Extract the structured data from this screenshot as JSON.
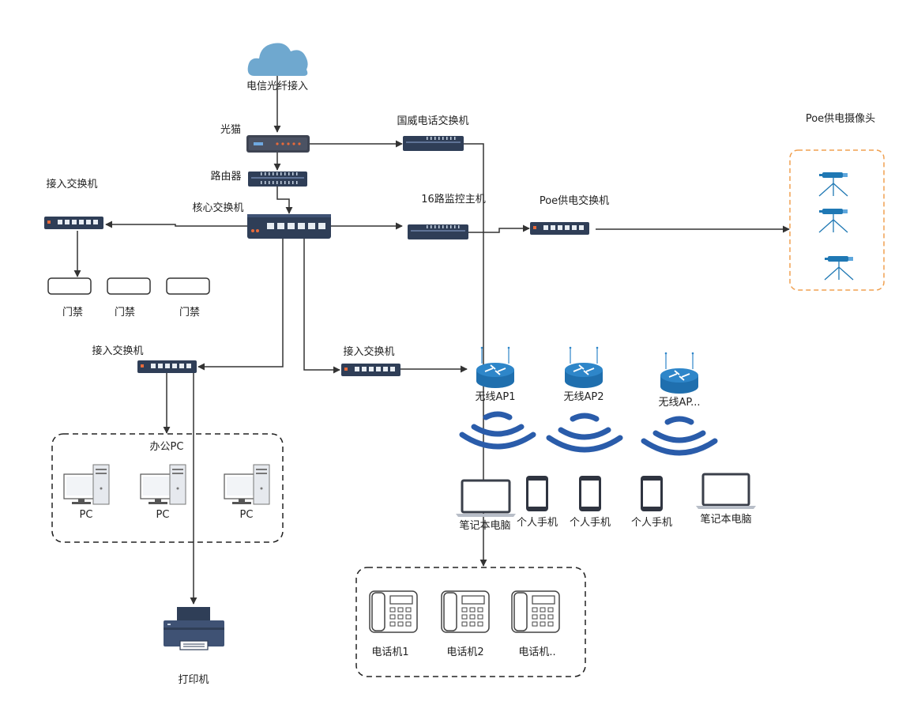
{
  "labels": {
    "cloud": "电信光纤接入",
    "modem": "光猫",
    "router": "路由器",
    "core_switch": "核心交换机",
    "phone_switch": "国威电话交换机",
    "nvr": "16路监控主机",
    "poe_switch": "Poe供电交换机",
    "poe_cameras": "Poe供电摄像头",
    "access_switch_left": "接入交换机",
    "door1": "门禁",
    "door2": "门禁",
    "door3": "门禁",
    "access_switch_office": "接入交换机",
    "office_group": "办公PC",
    "pc1": "PC",
    "pc2": "PC",
    "pc3": "PC",
    "printer": "打印机",
    "access_switch_wifi": "接入交换机",
    "ap1": "无线AP1",
    "ap2": "无线AP2",
    "ap3": "无线AP...",
    "laptop1": "笔记本电脑",
    "phone_mobile1": "个人手机",
    "phone_mobile2": "个人手机",
    "phone_mobile3": "个人手机",
    "laptop2": "笔记本电脑",
    "tel1": "电话机1",
    "tel2": "电话机2",
    "tel3": "电话机.."
  },
  "colors": {
    "device_dark": "#2f3e57",
    "device_port": "#e8edf3",
    "cloud": "#6fa8cf",
    "wifi": "#2a5caa",
    "ap": "#2e86c9",
    "camera": "#1f78b4",
    "camera_group_border": "#f0a050",
    "connector": "#333333"
  }
}
